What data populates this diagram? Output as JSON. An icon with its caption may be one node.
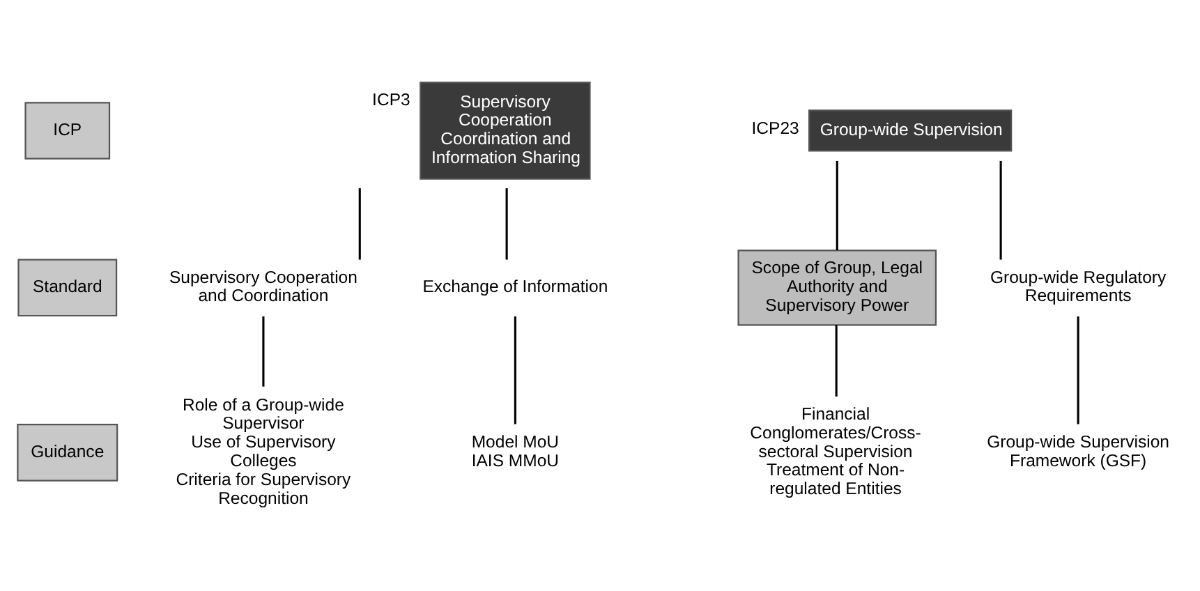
{
  "diagram": {
    "nodes": [
      {
        "text": [
          "ICP"
        ]
      },
      {
        "text": [
          "Standard"
        ]
      },
      {
        "text": [
          "Guidance"
        ]
      },
      {
        "text": [
          "Supervisory Cooperation Coordination and Information Sharing"
        ],
        "beside": [
          "ICP3"
        ]
      },
      {
        "text": [
          "Group-wide Supervision"
        ],
        "beside": [
          "ICP23"
        ]
      },
      {
        "text": [
          "Supervisory Cooperation and Coordination"
        ]
      },
      {
        "text": [
          "Exchange of Information"
        ]
      },
      {
        "text": [
          "Scope of Group, Legal Authority and Supervisory Power"
        ]
      },
      {
        "text": [
          "Group-wide Regulatory Requirements"
        ]
      },
      {
        "text": [
          "Role of a Group-wide Supervisor",
          "Use of Supervisory Colleges",
          "Criteria for Supervisory Recognition"
        ]
      },
      {
        "text": [
          "Model MoU",
          "IAIS MMoU"
        ]
      },
      {
        "text": [
          "Financial Conglomerates/Cross-sectoral Supervision",
          "Treatment of Non-regulated Entities"
        ]
      },
      {
        "text": [
          "Group-wide Supervision Framework (GSF)"
        ]
      }
    ],
    "edges": [
      {
        "from": 3,
        "to": 5,
        "arrow": "none"
      },
      {
        "from": 3,
        "to": 6,
        "arrow": "none"
      },
      {
        "from": 4,
        "to": 7,
        "arrow": "none"
      },
      {
        "from": 4,
        "to": 8,
        "arrow": "none"
      },
      {
        "from": 5,
        "to": 9,
        "arrow": "none"
      },
      {
        "from": 6,
        "to": 10,
        "arrow": "none"
      },
      {
        "from": 7,
        "to": 11,
        "arrow": "none"
      },
      {
        "from": 8,
        "to": 12,
        "arrow": "none"
      }
    ]
  }
}
